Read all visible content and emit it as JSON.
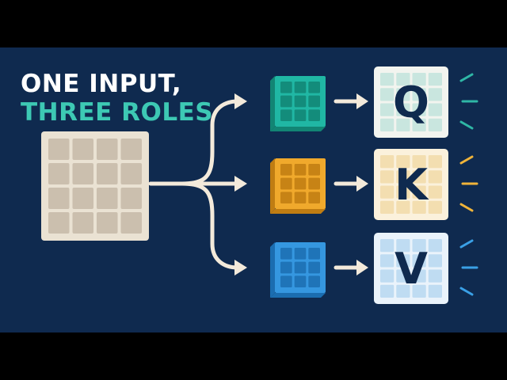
{
  "title": {
    "line1": "ONE INPUT,",
    "line2": "THREE ROLES"
  },
  "colors": {
    "background": "#0f2a4f",
    "title_primary": "#ffffff",
    "title_accent": "#3dc9b4",
    "arrow": "#f3eadb",
    "input_matrix": "#eae2d3",
    "input_cell": "#cbbfae",
    "query": "#20b7a4",
    "key": "#f0a92c",
    "value": "#3597e0"
  },
  "input_matrix": {
    "rows": 4,
    "cols": 4
  },
  "roles": [
    {
      "id": "query",
      "letter": "Q",
      "weight_color": "#20b7a4",
      "weight_dark": "#128574",
      "output_bg": "#f2f4ef",
      "output_cell": "#c9e6df",
      "tick_color": "#2fb7a6"
    },
    {
      "id": "key",
      "letter": "K",
      "weight_color": "#f0a92c",
      "weight_dark": "#c07d12",
      "output_bg": "#fbf1dc",
      "output_cell": "#f3deb0",
      "tick_color": "#f0b43a"
    },
    {
      "id": "value",
      "letter": "V",
      "weight_color": "#3597e0",
      "weight_dark": "#1b6db0",
      "output_bg": "#eaf3fb",
      "output_cell": "#bfdcf2",
      "tick_color": "#3aa0e6"
    }
  ]
}
